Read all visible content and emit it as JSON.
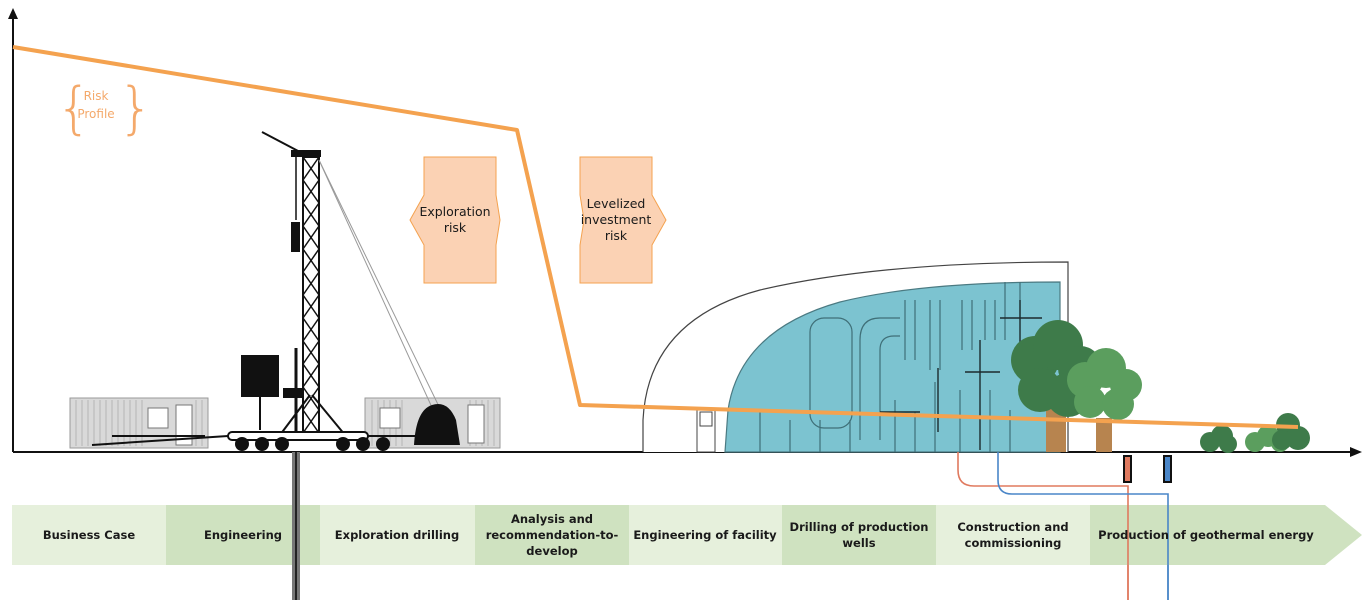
{
  "risk_profile_label": [
    "Risk",
    "Profile"
  ],
  "risk_boxes": [
    {
      "lines": [
        "Exploration",
        "risk"
      ]
    },
    {
      "lines": [
        "Levelized",
        "investment",
        "risk"
      ]
    }
  ],
  "phases": [
    {
      "lines": [
        "Business Case"
      ]
    },
    {
      "lines": [
        "Engineering"
      ]
    },
    {
      "lines": [
        "Exploration drilling"
      ]
    },
    {
      "lines": [
        "Analysis and",
        "recommendation-to-",
        "develop"
      ]
    },
    {
      "lines": [
        "Engineering of facility"
      ]
    },
    {
      "lines": [
        "Drilling of production",
        "wells"
      ]
    },
    {
      "lines": [
        "Construction and",
        "commissioning"
      ]
    },
    {
      "lines": [
        "Production of geothermal energy"
      ]
    }
  ],
  "colors": {
    "risk_line": "#f4a24f",
    "risk_box_fill": "#fbd2b4",
    "risk_box_stroke": "#f4a24f",
    "phase_light": "#e6f0dc",
    "phase_dark": "#cfe2c0",
    "building_fill": "#7cc3d0",
    "tree_dark": "#3e7b4a",
    "tree_light": "#5b9e5e",
    "trunk": "#b7844f",
    "pipe_red": "#e07a5f",
    "pipe_blue": "#4a86c8"
  }
}
